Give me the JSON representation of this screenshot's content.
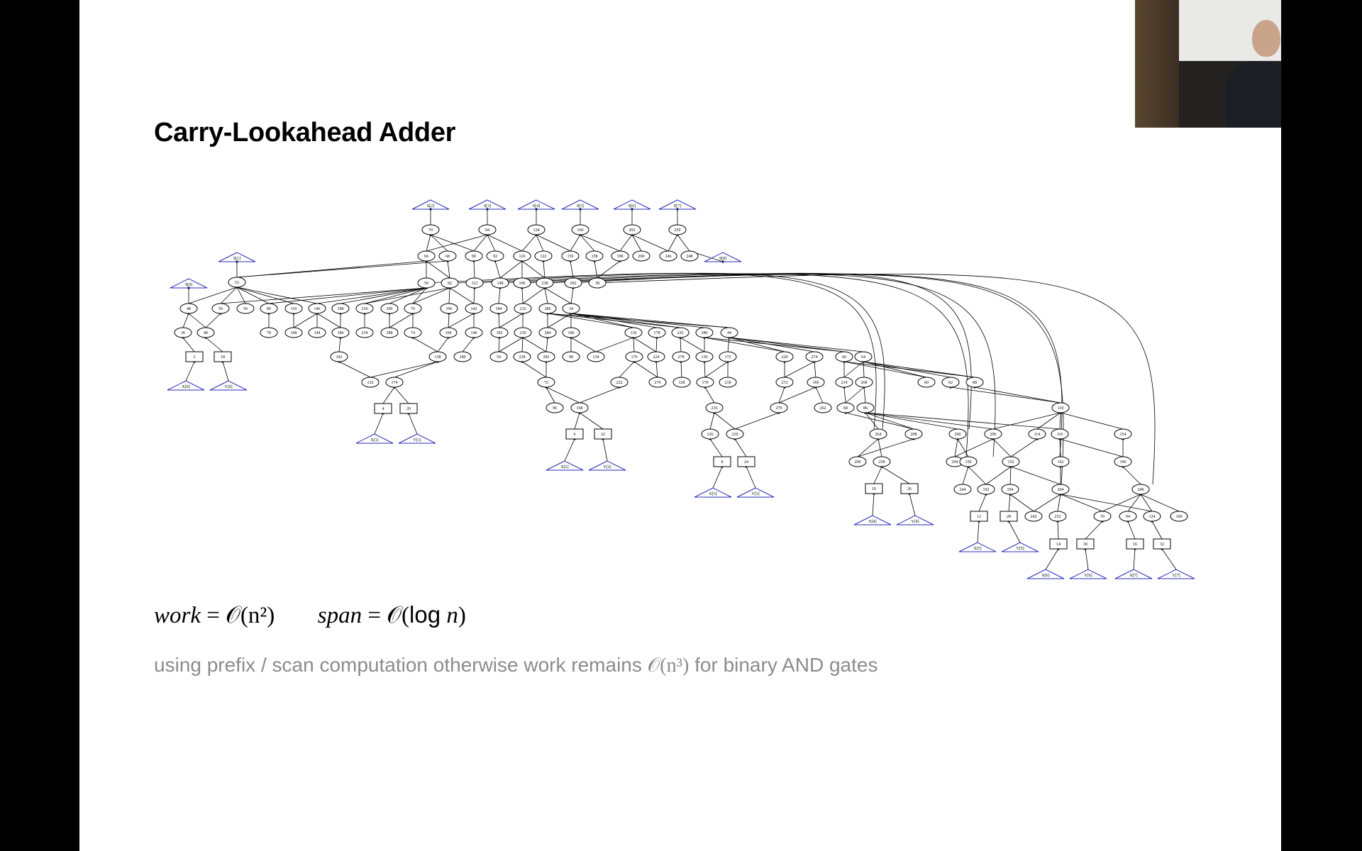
{
  "slide": {
    "title": "Carry-Lookahead Adder",
    "formula": {
      "work_label": "work",
      "work_value": "= 𝒪(n²)",
      "span_label": "span",
      "span_value_pre": "= 𝒪(",
      "span_log": "log",
      "span_n": "n",
      "span_close": ")"
    },
    "note": {
      "text_before": "using prefix / scan computation otherwise work remains ",
      "math": "𝒪(n³)",
      "text_after": " for binary AND gates"
    }
  },
  "graph": {
    "colors": {
      "io": "#2b2bb8",
      "edge": "#000000",
      "node": "#000000"
    },
    "inputs": [
      "X[0]",
      "Y[0]",
      "X[1]",
      "Y[1]",
      "X[2]",
      "Y[2]",
      "X[3]",
      "Y[3]",
      "X[4]",
      "Y[4]",
      "X[5]",
      "Y[5]",
      "X[6]",
      "Y[6]",
      "X[7]",
      "Y[7]"
    ],
    "outputs": [
      "S[0]",
      "S[1]",
      "S[2]",
      "S[3]",
      "S[4]",
      "S[5]",
      "S[6]",
      "S[7]",
      "S[8]"
    ],
    "gates": [
      "2",
      "18",
      "4",
      "20",
      "6",
      "22",
      "8",
      "24",
      "10",
      "26",
      "12",
      "28",
      "14",
      "30",
      "16",
      "32"
    ],
    "ops": [
      "70",
      "94",
      "124",
      "160",
      "202",
      "250",
      "66",
      "68",
      "90",
      "92",
      "120",
      "122",
      "156",
      "158",
      "198",
      "200",
      "246",
      "248",
      "52",
      "50",
      "82",
      "112",
      "148",
      "190",
      "238",
      "292",
      "38",
      "48",
      "50",
      "56",
      "80",
      "110",
      "146",
      "188",
      "236",
      "290",
      "76",
      "106",
      "142",
      "184",
      "232",
      "286",
      "34",
      "36",
      "40",
      "78",
      "108",
      "144",
      "186",
      "234",
      "288",
      "74",
      "104",
      "140",
      "182",
      "230",
      "284",
      "100",
      "136",
      "178",
      "226",
      "280",
      "44",
      "102",
      "138",
      "180",
      "54",
      "228",
      "282",
      "98",
      "134",
      "176",
      "224",
      "278",
      "130",
      "172",
      "220",
      "274",
      "42",
      "64",
      "132",
      "174",
      "72",
      "222",
      "276",
      "128",
      "170",
      "218",
      "272",
      "166",
      "214",
      "268",
      "60",
      "62",
      "88",
      "96",
      "168",
      "216",
      "270",
      "262",
      "84",
      "86",
      "110",
      "126",
      "210",
      "264",
      "208",
      "260",
      "296",
      "114",
      "116",
      "154",
      "206",
      "258",
      "294",
      "150",
      "152",
      "162",
      "196",
      "244",
      "192",
      "194",
      "204",
      "240",
      "242",
      "252"
    ]
  }
}
